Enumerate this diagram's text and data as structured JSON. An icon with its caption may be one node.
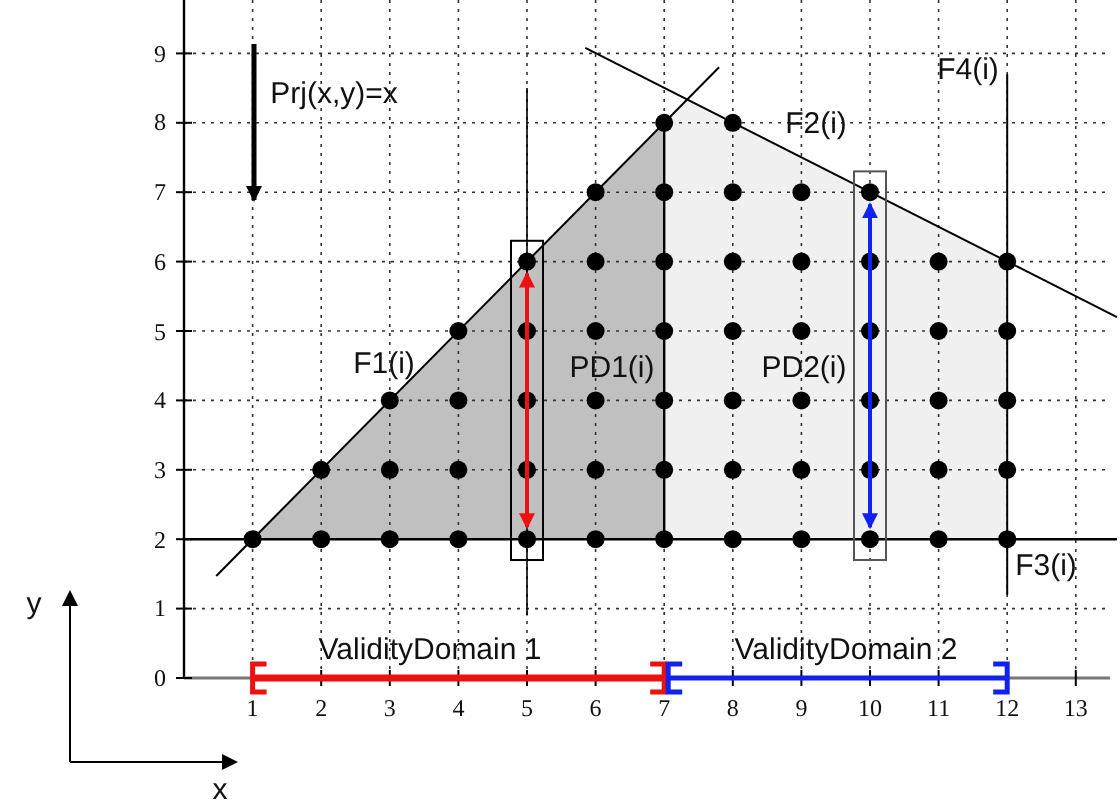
{
  "diagram": {
    "labels": [
      "Prj(x,y)=x",
      "F4(i)",
      "F2(i)",
      "F1(i)",
      "PD1(i)",
      "PD2(i)",
      "F3(i)",
      "y",
      "ValidityDomain 1",
      "ValidityDomain 2",
      "x",
      "9",
      "8",
      "7",
      "6",
      "5",
      "4",
      "3",
      "2",
      "1",
      "0",
      "1",
      "2",
      "3",
      "4",
      "5",
      "6",
      "7",
      "8",
      "9",
      "10",
      "11",
      "12",
      "13"
    ]
  }
}
